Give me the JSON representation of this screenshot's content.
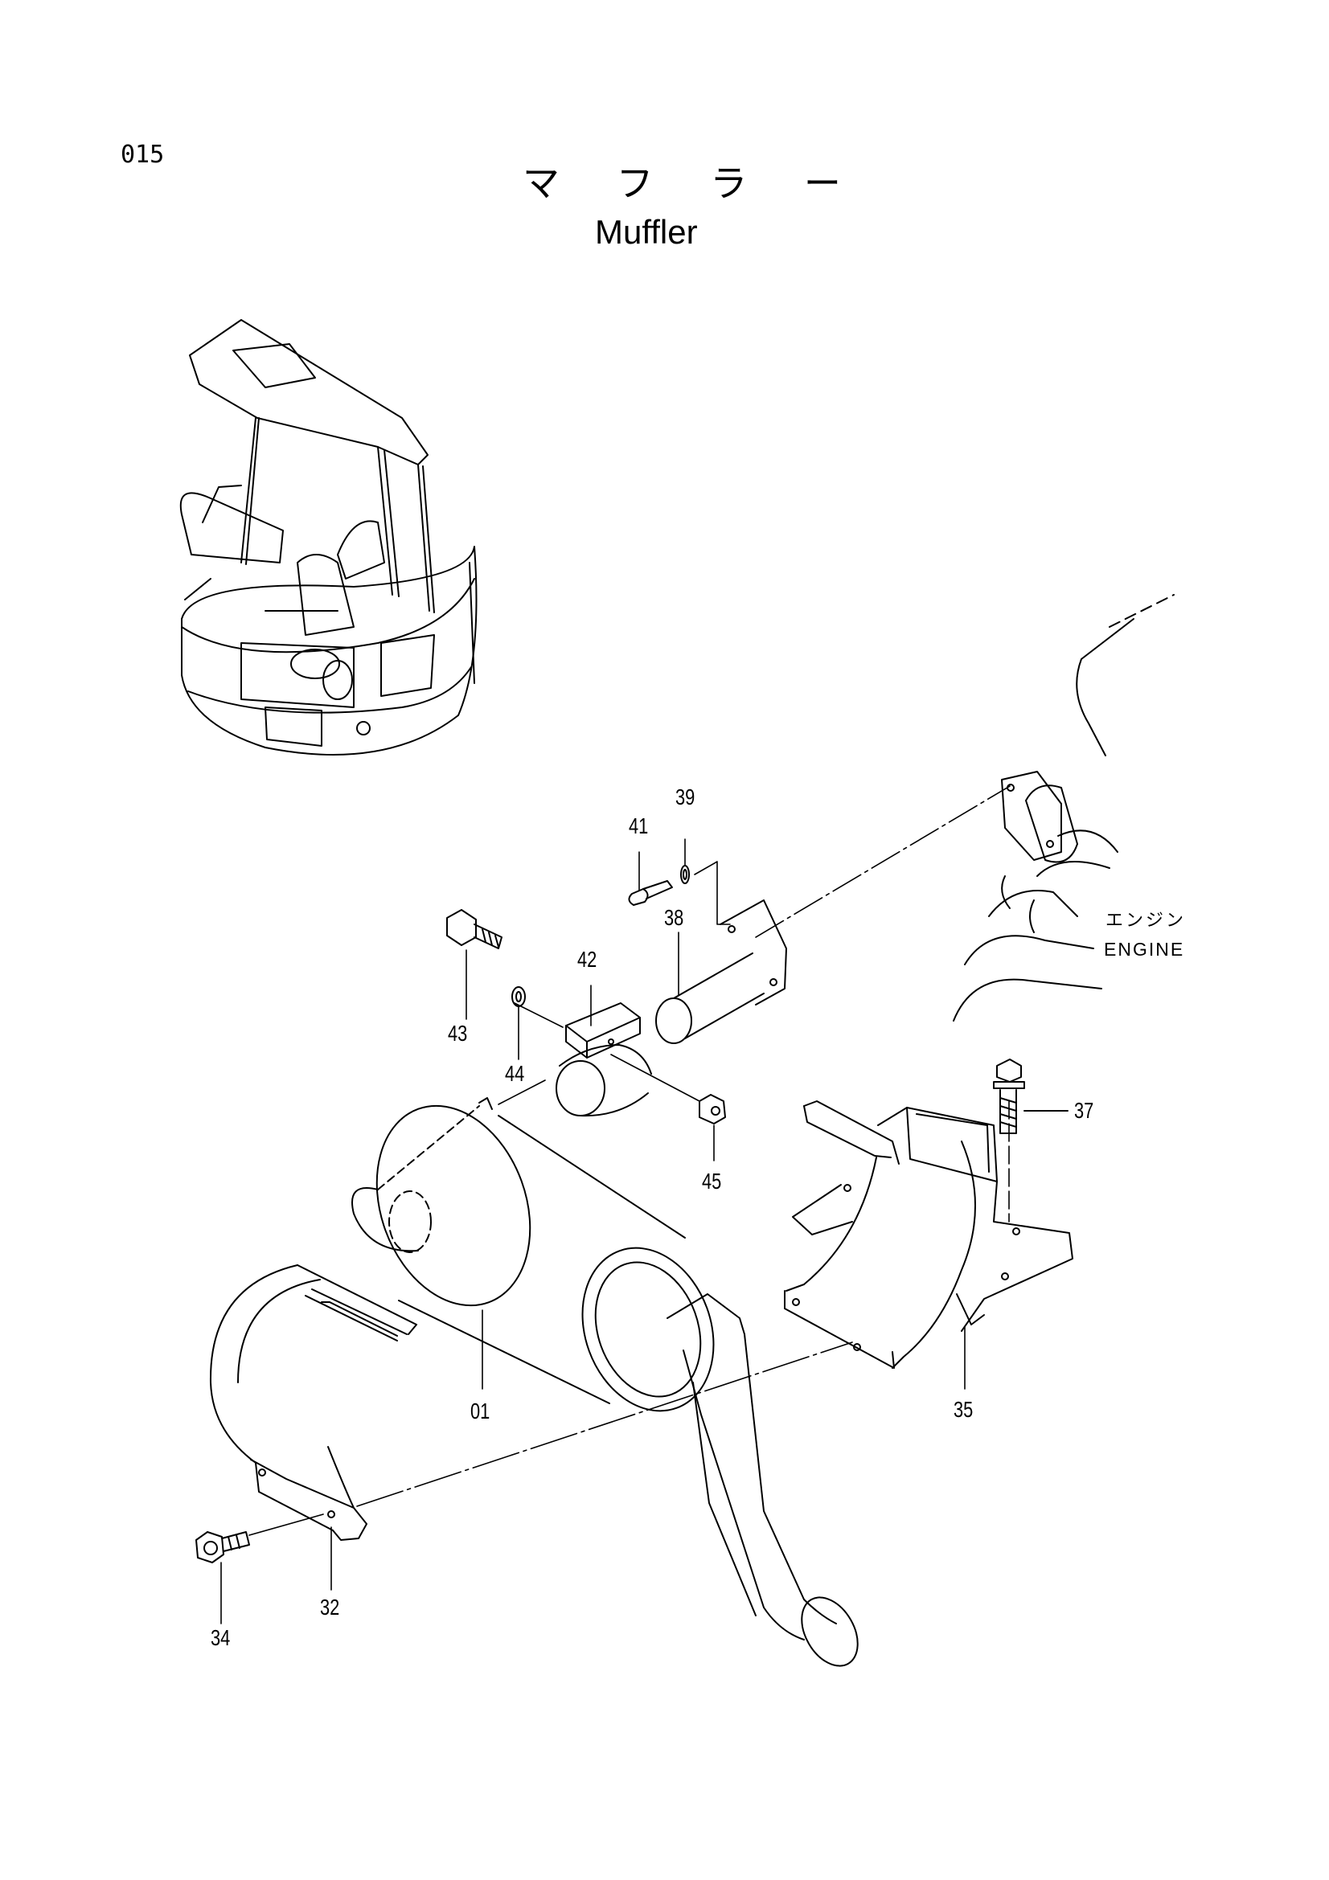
{
  "page": {
    "number": "015",
    "title_jp": "マ フ ラ ー",
    "title_en": "Muffler"
  },
  "engine_label": {
    "jp": "エンジン",
    "en": "ENGINE"
  },
  "callouts": {
    "c01": "01",
    "c32": "32",
    "c34": "34",
    "c35": "35",
    "c37": "37",
    "c38": "38",
    "c39": "39",
    "c41": "41",
    "c42": "42",
    "c43": "43",
    "c44": "44",
    "c45": "45"
  }
}
